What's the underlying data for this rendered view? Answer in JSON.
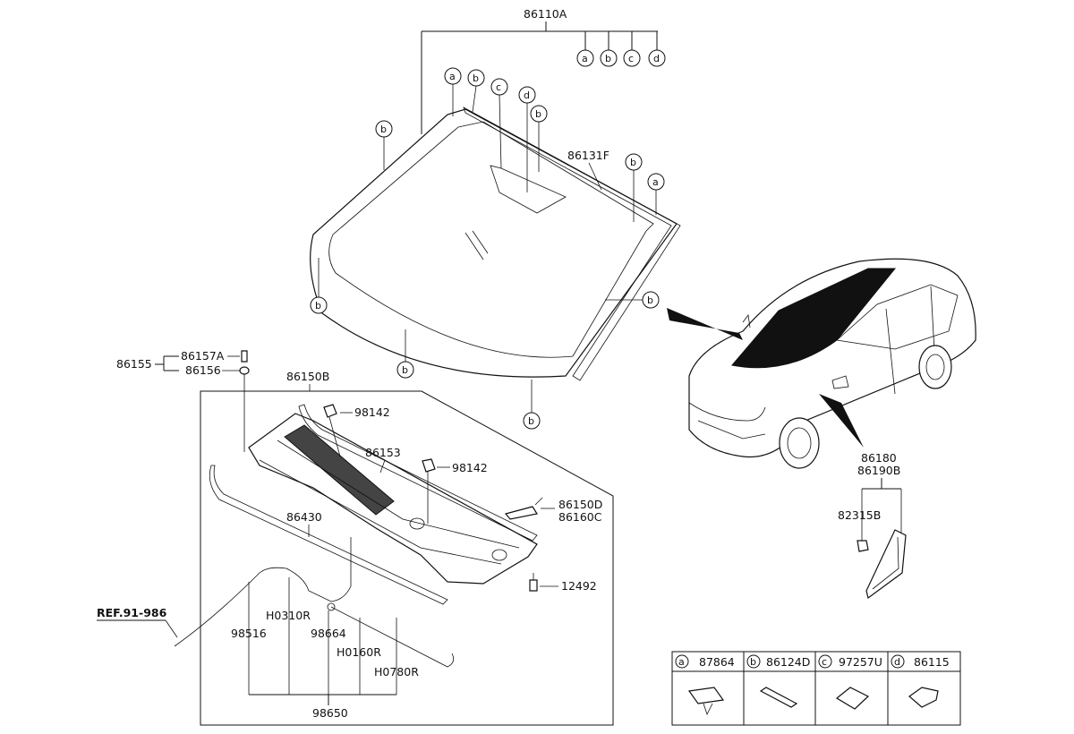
{
  "labels": {
    "p86110A": "86110A",
    "p86131F": "86131F",
    "p86155": "86155",
    "p86157A": "86157A",
    "p86156": "86156",
    "p86150B": "86150B",
    "p98142a": "98142",
    "p98142b": "98142",
    "p86153": "86153",
    "p86150D": "86150D",
    "p86160C": "86160C",
    "p86430": "86430",
    "p12492": "12492",
    "p86180": "86180",
    "p86190B": "86190B",
    "p82315B": "82315B",
    "ref": "REF.91-986",
    "pH0310R": "H0310R",
    "p98516": "98516",
    "p98664": "98664",
    "pH0160R": "H0160R",
    "pH0780R": "H0780R",
    "p98650": "98650"
  },
  "callouts": {
    "top_a": "a",
    "top_b": "b",
    "top_c": "c",
    "top_d": "d",
    "w_a1": "a",
    "w_b1": "b",
    "w_c": "c",
    "w_d": "d",
    "w_b2": "b",
    "w_bleft": "b",
    "w_b3": "b",
    "w_a2": "a",
    "w_b4": "b",
    "w_b5": "b",
    "w_b6": "b",
    "w_b7": "b"
  },
  "legend": [
    {
      "key": "a",
      "part": "87864"
    },
    {
      "key": "b",
      "part": "86124D"
    },
    {
      "key": "c",
      "part": "97257U"
    },
    {
      "key": "d",
      "part": "86115"
    }
  ],
  "colors": {
    "ink": "#111111",
    "glass_dark": "#111111",
    "background": "#ffffff"
  }
}
